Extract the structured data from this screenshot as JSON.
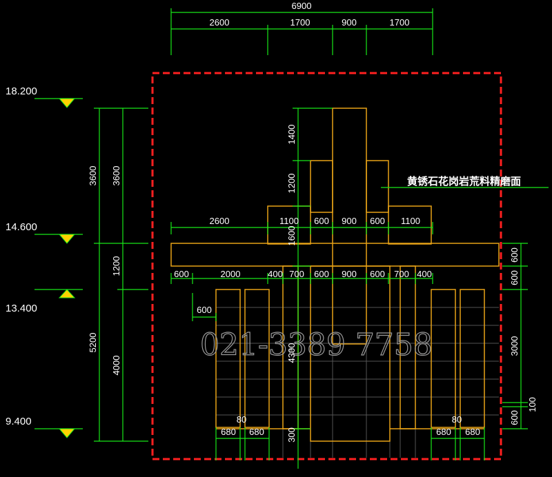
{
  "colors": {
    "background": "#000000",
    "outline": "#e8a317",
    "dimension": "#18e818",
    "frame": "#ff2020",
    "grid": "#555555",
    "text": "#ffffff",
    "level_marker": "#ffd200"
  },
  "top_dims": {
    "overall": "6900",
    "segments": [
      "2600",
      "1700",
      "900",
      "1700"
    ]
  },
  "upper_dims": [
    "2600",
    "1100",
    "600",
    "900",
    "600",
    "1100"
  ],
  "lower_dims": [
    "600",
    "2000",
    "400",
    "700",
    "600",
    "900",
    "600",
    "700",
    "400"
  ],
  "small_dim": "600",
  "bottom_dims": {
    "left_gap": "80",
    "right_gap": "80",
    "left_widths": [
      "680",
      "680"
    ],
    "center_height": "300",
    "right_widths": [
      "680",
      "680"
    ]
  },
  "levels": [
    "18.200",
    "14.600",
    "13.400",
    "9.400"
  ],
  "left_dims": {
    "outer": [
      "3600",
      "5200"
    ],
    "inner": [
      "3600",
      "1200",
      "4000"
    ]
  },
  "center_vertical_dims": [
    "1400",
    "1200",
    "1600",
    "4300"
  ],
  "right_dims": [
    "600",
    "600",
    "3000",
    "100",
    "600"
  ],
  "annotation": "黄锈石花岗岩荒料精磨面",
  "watermark": "021-3389 7758"
}
